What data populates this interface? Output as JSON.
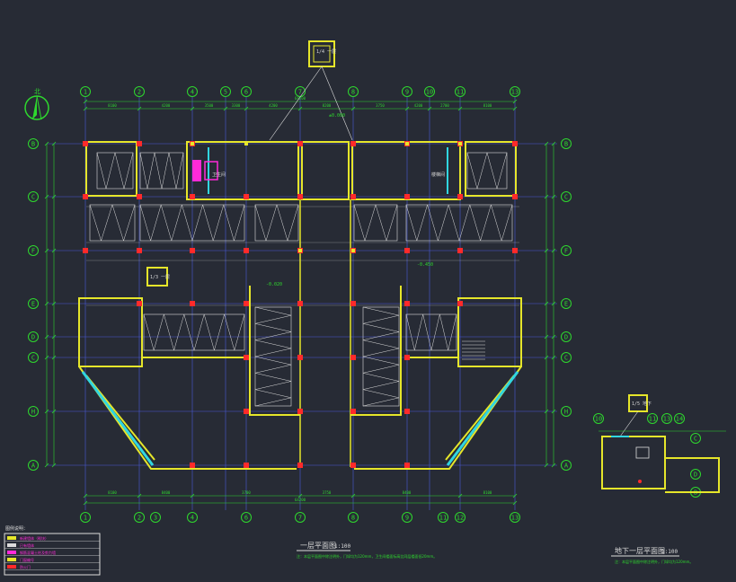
{
  "drawing": {
    "main_title": "一层平面图",
    "main_scale": "1:100",
    "main_note": "注：本层平面图中除注明外，门垛均为120mm，卫生间楼面标高比同层楼面低20mm。",
    "inset_title": "地下一层平面图",
    "inset_scale": "1:100",
    "inset_note": "注：本层平面图中除注明外，门垛均为120mm。",
    "north_label": "北"
  },
  "axes": {
    "top": [
      "1",
      "2",
      "4",
      "5",
      "6",
      "7",
      "8",
      "9",
      "10",
      "11",
      "13"
    ],
    "bottom": [
      "1",
      "2",
      "3",
      "4",
      "6",
      "7",
      "8",
      "9",
      "11",
      "12",
      "13"
    ],
    "left": [
      "B",
      "C",
      "F",
      "E",
      "D",
      "C",
      "H",
      "A"
    ],
    "right": [
      "B",
      "C",
      "F",
      "E",
      "D",
      "C",
      "H",
      "A"
    ],
    "inset_top": [
      "10",
      "11",
      "13",
      "14"
    ],
    "inset_right": [
      "C",
      "D",
      "B"
    ]
  },
  "dimensions": {
    "overall_width": "64200",
    "top_segments": [
      "8100",
      "4200",
      "3500",
      "3300",
      "4200",
      "8200",
      "3750",
      "4200",
      "2700",
      "8100"
    ],
    "bottom_segments": [
      "8100",
      "8400",
      "3700",
      "3750",
      "8400",
      "8100"
    ]
  },
  "callouts": {
    "top_detail": "1/4\n一层",
    "left_detail": "1/3\n一层",
    "inset_detail": "1/5\n地下"
  },
  "annotations": {
    "elev_top": "±0.000",
    "elev_mid": "-0.020",
    "elev_stair": "-0.450",
    "room_label": "卫生间",
    "stair_label": "楼梯间"
  },
  "legend": {
    "title": "图例说明：",
    "items": [
      "新建墙体（砌块）",
      "已有墙体",
      "钢筋混凝土柱及剪力墙",
      "门窗编号",
      "防火门"
    ]
  },
  "colors": {
    "background": "#272b35",
    "wall": "#e6e62a",
    "axis": "#2ed82e",
    "grid": "#4a5bd8",
    "glass": "#31d6e0",
    "column": "#ff2a2a",
    "white": "#dcdcdc",
    "magenta": "#ff2ad8"
  }
}
